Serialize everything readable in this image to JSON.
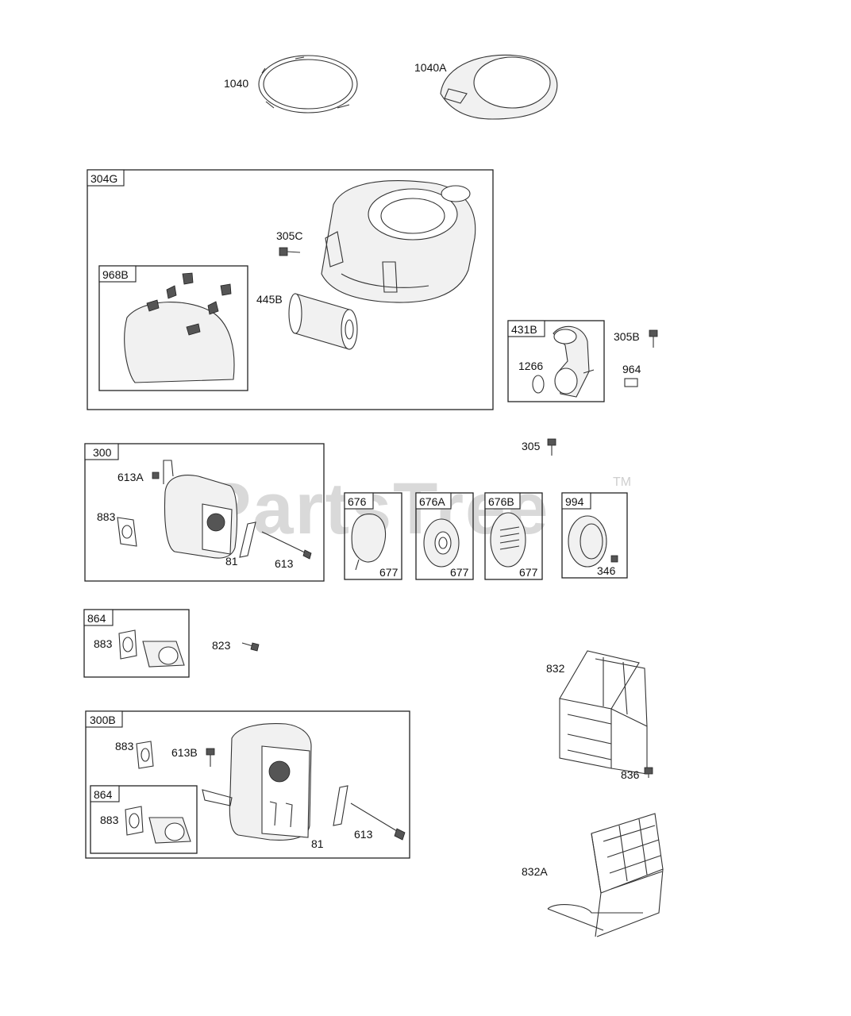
{
  "watermark": {
    "text": "PartsTree",
    "tm": "TM"
  },
  "parts": {
    "p1040": "1040",
    "p1040A": "1040A",
    "p304G": "304G",
    "p305C": "305C",
    "p968B": "968B",
    "p445B": "445B",
    "p431B": "431B",
    "p305B": "305B",
    "p1266": "1266",
    "p964": "964",
    "p305": "305",
    "p300": "300",
    "p613A": "613A",
    "p883_a": "883",
    "p81_a": "81",
    "p613_a": "613",
    "p676": "676",
    "p677_a": "677",
    "p676A": "676A",
    "p677_b": "677",
    "p676B": "676B",
    "p677_c": "677",
    "p994": "994",
    "p346": "346",
    "p864_a": "864",
    "p883_b": "883",
    "p823": "823",
    "p832": "832",
    "p836": "836",
    "p300B": "300B",
    "p883_c": "883",
    "p613B": "613B",
    "p864_b": "864",
    "p883_d": "883",
    "p81_b": "81",
    "p613_b": "613",
    "p832A": "832A"
  }
}
